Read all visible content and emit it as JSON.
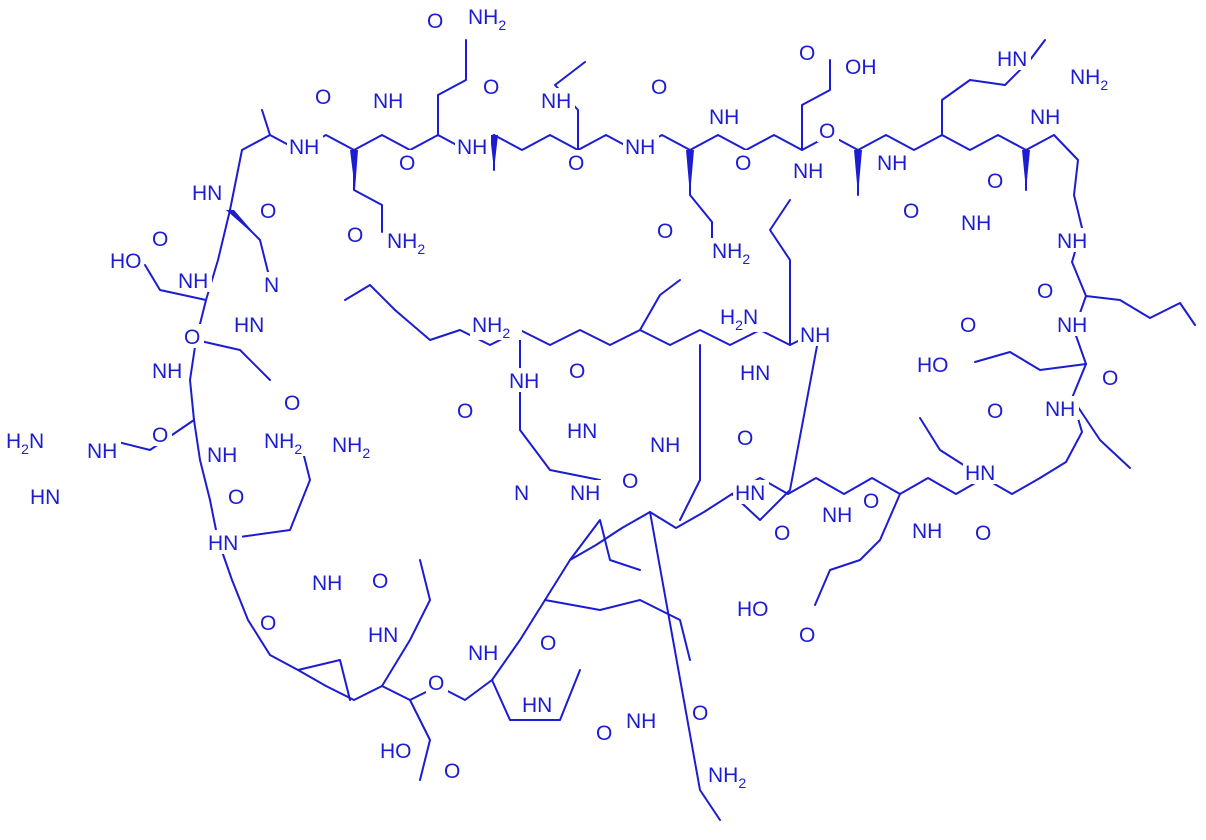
{
  "color": "#1c1cd0",
  "labels": {
    "o": "O",
    "nh": "NH",
    "hn": "HN",
    "n": "N",
    "nh2": "NH",
    "h2n": "H",
    "oh": "OH",
    "ho": "HO",
    "sub2": "2"
  },
  "groups": [
    {
      "name": "amine-terminus",
      "text": "NH2"
    },
    {
      "name": "amide-terminus",
      "text": "NH2"
    }
  ]
}
